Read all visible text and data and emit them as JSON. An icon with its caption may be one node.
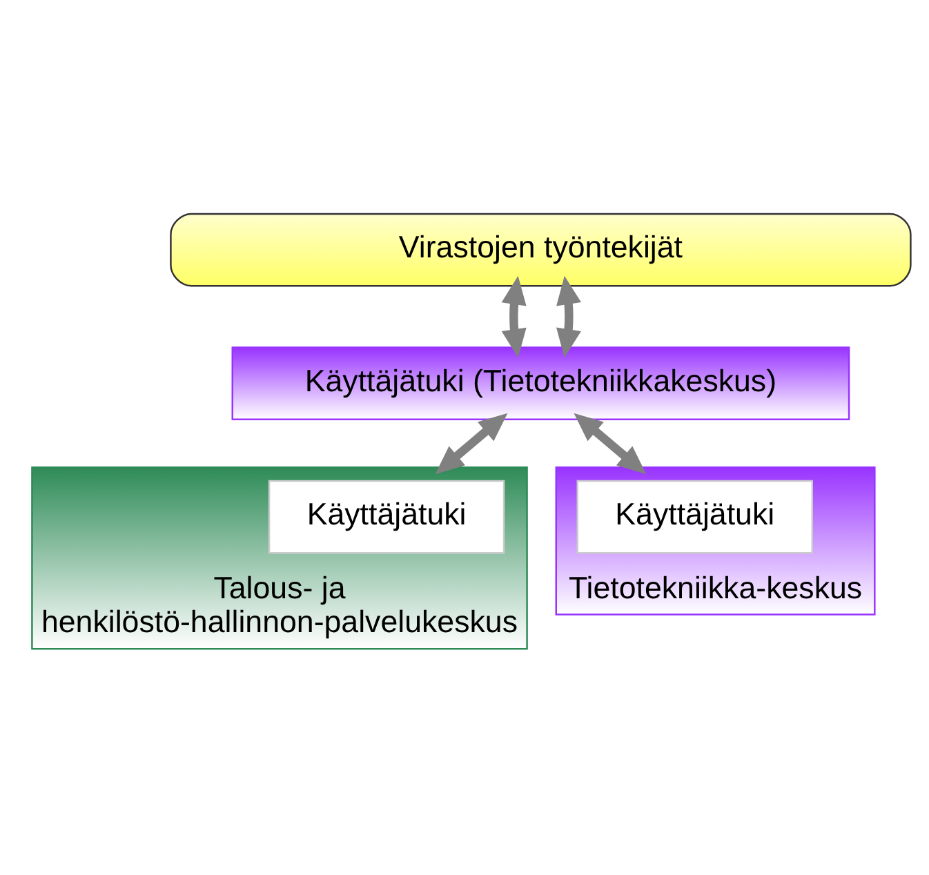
{
  "diagram": {
    "nodes": [
      {
        "text": [
          "Virastojen työntekijät"
        ]
      },
      {
        "text": [
          "Käyttäjätuki (Tietotekniikkakeskus)"
        ]
      },
      {
        "text": [
          "Talous- ja henkilöstö-hallinnon-palvelukeskus"
        ]
      },
      {
        "text": [
          "Käyttäjätuki"
        ],
        "in": 2
      },
      {
        "text": [
          "Tietotekniikka-keskus"
        ]
      },
      {
        "text": [
          "Käyttäjätuki"
        ],
        "in": 4
      }
    ],
    "edges": [
      {
        "from": 0,
        "to": 1,
        "arrow": "both"
      },
      {
        "from": 0,
        "to": 1,
        "arrow": "both"
      },
      {
        "from": 1,
        "to": 2,
        "arrow": "both"
      },
      {
        "from": 1,
        "to": 4,
        "arrow": "both"
      }
    ]
  }
}
